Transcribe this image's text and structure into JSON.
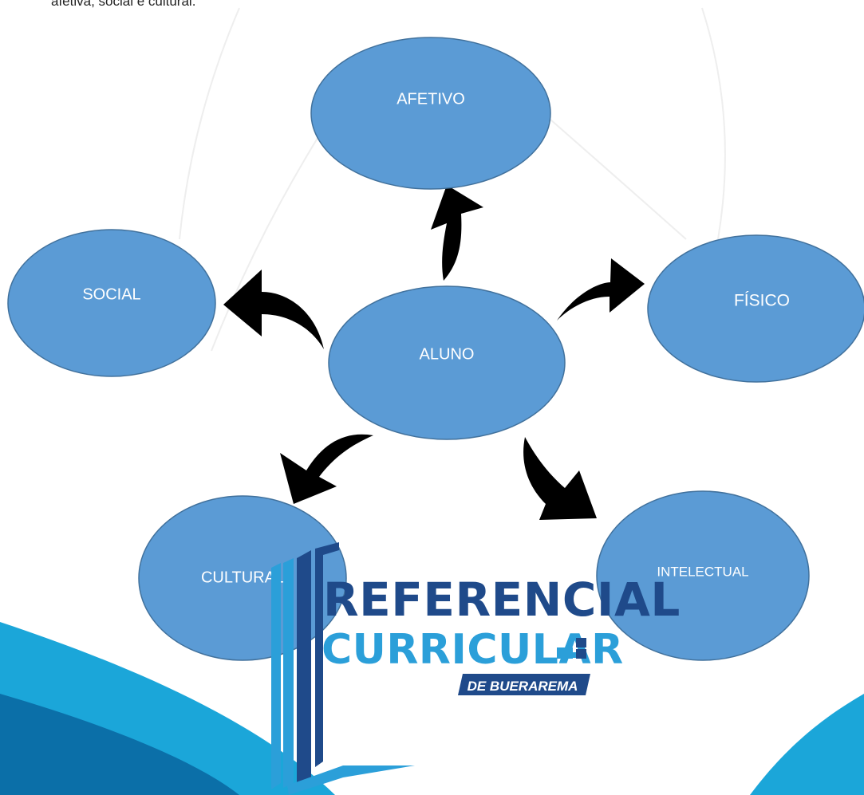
{
  "intro_text": "afetiva, social e cultural.",
  "center_node": {
    "label": "ALUNO"
  },
  "nodes": {
    "afetivo": {
      "label": "AFETIVO"
    },
    "social": {
      "label": "SOCIAL"
    },
    "fisico": {
      "label": "FÍSICO"
    },
    "cultural": {
      "label": "CULTURAL"
    },
    "intelectual": {
      "label": "INTELECTUAL"
    }
  },
  "logo": {
    "line1": "REFERENCIAL",
    "line2": "CURRICULAR",
    "line3": "DE BUERAREMA"
  },
  "colors": {
    "node_fill": "#5b9bd5",
    "node_stroke": "#41719c",
    "arrow": "#000000",
    "wave_light": "#1ba6d9",
    "wave_dark": "#0b6fa8",
    "logo_dark": "#1f4a8a",
    "logo_light": "#2b9fd9"
  }
}
